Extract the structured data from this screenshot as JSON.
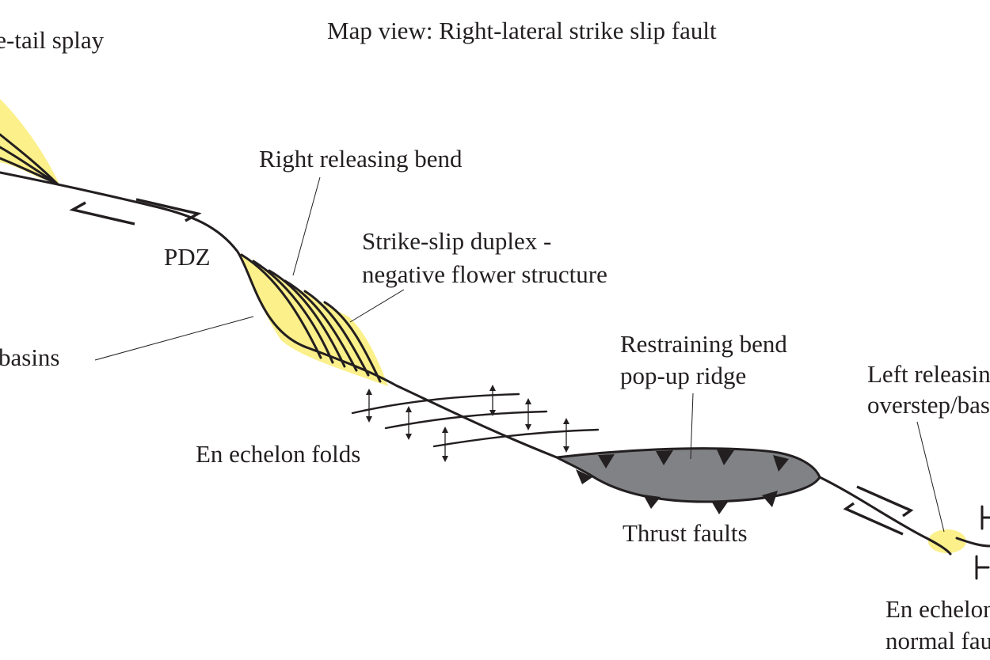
{
  "title": "Map view: Right-lateral strike slip fault",
  "labels": {
    "horsetail": "Horse-tail splay",
    "right_releasing_bend": "Right releasing bend",
    "pdz": "PDZ",
    "duplex_line1": "Strike-slip duplex -",
    "duplex_line2": "negative flower structure",
    "pull_apart": "Pull-apart basins",
    "restraining_line1": "Restraining bend",
    "restraining_line2": "pop-up ridge",
    "left_releasing_line1": "Left releasing",
    "left_releasing_line2": "overstep/basin",
    "en_echelon_folds": "En echelon folds",
    "thrust_faults": "Thrust faults",
    "en_echelon_normal_line1": "En echelon",
    "en_echelon_normal_line2": "normal faults"
  },
  "colors": {
    "ink": "#231f20",
    "basin_fill": "#fbf08a",
    "ridge_fill": "#808285"
  }
}
